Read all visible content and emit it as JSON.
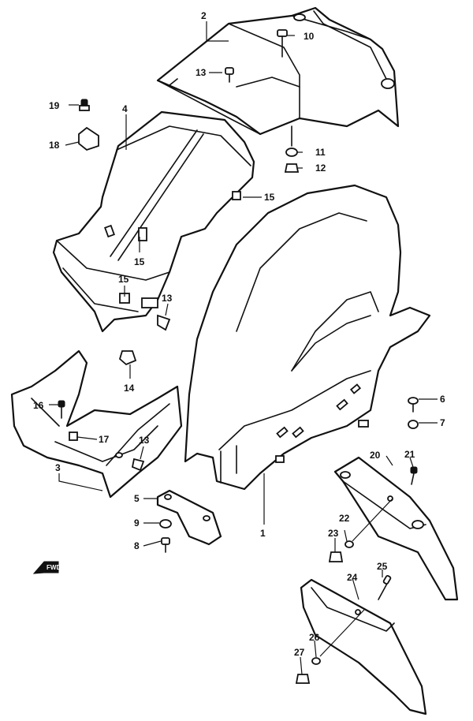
{
  "labels": {
    "l1": "1",
    "l2": "2",
    "l3": "3",
    "l4": "4",
    "l5": "5",
    "l6": "6",
    "l7": "7",
    "l8": "8",
    "l9": "9",
    "l10": "10",
    "l11": "11",
    "l12": "12",
    "l13a": "13",
    "l13b": "13",
    "l13c": "13",
    "l14": "14",
    "l15a": "15",
    "l15b": "15",
    "l15c": "15",
    "l16": "16",
    "l17": "17",
    "l18": "18",
    "l19": "19",
    "l20": "20",
    "l21": "21",
    "l22": "22",
    "l23": "23",
    "l24": "24",
    "l25": "25",
    "l26": "26",
    "l27": "27"
  },
  "fwd_marker": "FWD"
}
